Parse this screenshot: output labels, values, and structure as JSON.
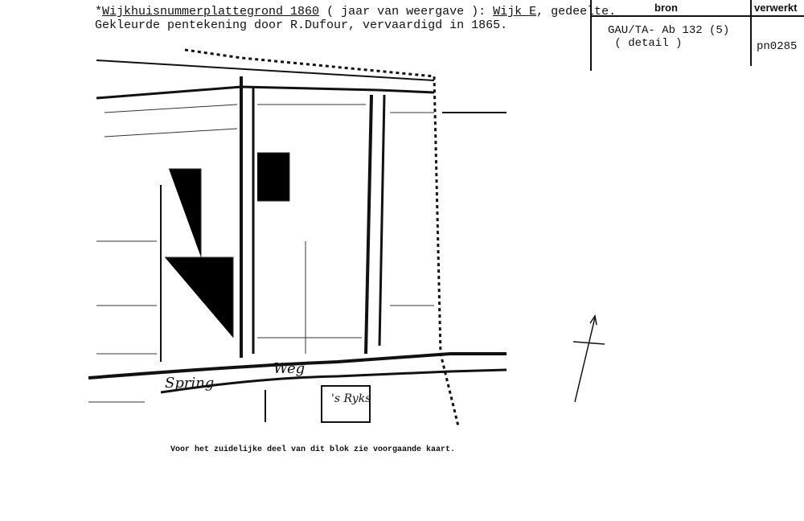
{
  "header": {
    "marker": "*",
    "title_underlined": "Wijkhuisnummerplattegrond 1860",
    "title_middle": " ( jaar van weergave ): ",
    "wijk": "Wijk E",
    "title_end": ", gedeelte.",
    "line2": "Gekleurde pentekening door R.Dufour, vervaardigd in 1865."
  },
  "table": {
    "col1_header": "bron",
    "col2_header": "verwerkt",
    "source": "GAU/TA- Ab 132 (5)\n ( detail )",
    "processed": "pn0285"
  },
  "map": {
    "labels": {
      "street1": "Spring",
      "street2": "Weg",
      "building": "'s Ryks"
    }
  },
  "caption": "Voor het zuidelijke deel van dit blok zie voorgaande kaart."
}
